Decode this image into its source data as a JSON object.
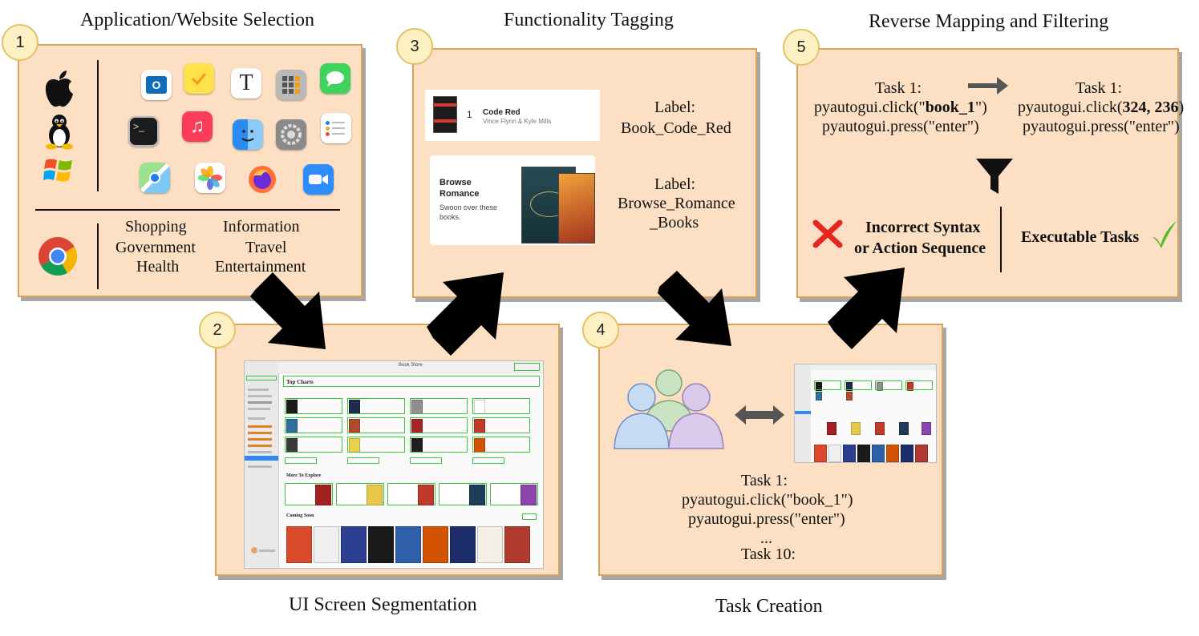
{
  "titles": {
    "step1": "Application/Website Selection",
    "step2": "UI Screen Segmentation",
    "step3": "Functionality Tagging",
    "step4": "Task Creation",
    "step5": "Reverse Mapping and Filtering"
  },
  "badges": [
    "1",
    "2",
    "3",
    "4",
    "5"
  ],
  "step1": {
    "categories": [
      "Shopping",
      "Government",
      "Health",
      "Information",
      "Travel",
      "Entertainment"
    ]
  },
  "step2": {
    "screen_title": "Book Store",
    "section_top": "Top Charts",
    "section_explore": "More To Explore",
    "section_coming": "Coming Soon"
  },
  "step3": {
    "book_number": "1",
    "book_title": "Code Red",
    "book_author": "Vince Flynn & Kyle Mills",
    "label_word": "Label:",
    "label1": "Book_Code_Red",
    "browse_title_1": "Browse",
    "browse_title_2": "Romance",
    "browse_desc_1": "Swoon over these",
    "browse_desc_2": "books.",
    "label2_line1": "Browse_Romance",
    "label2_line2": "_Books"
  },
  "step4": {
    "task_title": "Task 1:",
    "task_line1": "pyautogui.click(\"book_1\")",
    "task_line2": "pyautogui.press(\"enter\")",
    "ellipsis": "...",
    "task_last": "Task 10:"
  },
  "step5": {
    "left_title": "Task 1:",
    "left_pre": "pyautogui.click(\"",
    "left_bold": "book_1",
    "left_post": "\")",
    "left_line2": "pyautogui.press(\"enter\")",
    "right_title": "Task 1:",
    "right_pre": "pyautogui.click(",
    "right_bold": "324, 236",
    "right_post": ")",
    "right_line2": "pyautogui.press(\"enter\")",
    "incorrect_line1": "Incorrect Syntax",
    "incorrect_line2": "or Action Sequence",
    "executable": "Executable Tasks"
  },
  "colors": {
    "panel_fill": "#fde0c4",
    "panel_border": "#d9a35c",
    "badge_fill": "#fdf1c4",
    "arrow": "#000000",
    "cross": "#e8261f",
    "check": "#5cb82a",
    "segment_box": "#3bc43b"
  },
  "icons": [
    "apple-icon",
    "linux-icon",
    "windows-icon",
    "chrome-icon",
    "outlook-icon",
    "stickies-icon",
    "typora-icon",
    "calculator-icon",
    "messages-icon",
    "terminal-icon",
    "music-icon",
    "finder-icon",
    "settings-icon",
    "reminders-icon",
    "maps-icon",
    "photos-icon",
    "firefox-icon",
    "zoom-icon",
    "filter-icon",
    "cross-icon",
    "check-icon",
    "people-icon"
  ]
}
